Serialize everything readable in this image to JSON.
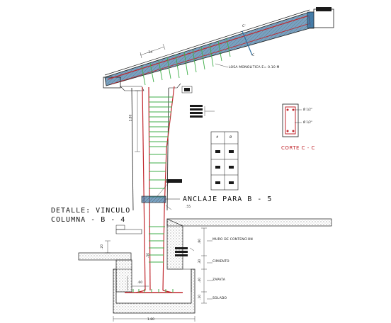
{
  "labels": {
    "detail_line1": "DETALLE: VINCULO",
    "detail_line2": "COLUMNA - B - 4",
    "anchorage": "ANCLAJE PARA B - 5",
    "slab": "LOSA MONOLITICA E= 0.10 M",
    "section_cut": "CORTE C - C",
    "wall": "MURO DE CONTENCION",
    "foundation": "CIMIENTO",
    "footing": "ZAPATA",
    "blinding": "SOLADO",
    "cut_mark_top": "C'",
    "cut_mark_bottom": "C",
    "rebar_top": "Ø 1/2\"",
    "rebar_bottom": "Ø 1/2\""
  },
  "dimensions": {
    "width_total": "1.80",
    "slab_width": ".24",
    "column_height": "1.80",
    "footing_height": ".50",
    "wall_height": ".80",
    "cim_height": ".30",
    "zap_height": ".40",
    "sol_height": ".10",
    "left_step": ".20",
    "inner_width": ".55",
    "bottom_span": ".60"
  },
  "table": {
    "headers": [
      "#",
      "Ø"
    ]
  },
  "colors": {
    "concrete_line": "#1a1a1a",
    "rebar_main": "#c0262c",
    "stirrups": "#3fae49",
    "slab_fill": "#2f6fa0",
    "text_red": "#c0262c"
  }
}
